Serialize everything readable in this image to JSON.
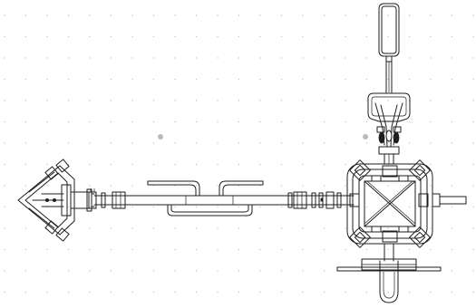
{
  "canvas": {
    "background": "#ffffff",
    "grid_visible": true,
    "grid_dot_color": "#c4c4c4",
    "line_color": "#1e1e1e"
  },
  "drawing": {
    "type": "line-drawing",
    "view": "top",
    "text_labels": [],
    "components": [
      "left-end-bracket",
      "main-beam",
      "beam-collars",
      "center-handle",
      "right-center-hub",
      "upper-arm",
      "upper-arm-pad",
      "cable-linkage",
      "lower-foot-plate",
      "right-stub"
    ]
  },
  "markers": [
    {
      "name": "grey-dot",
      "color": "#bbbbbb"
    },
    {
      "name": "grey-dot",
      "color": "#bbbbbb"
    }
  ]
}
